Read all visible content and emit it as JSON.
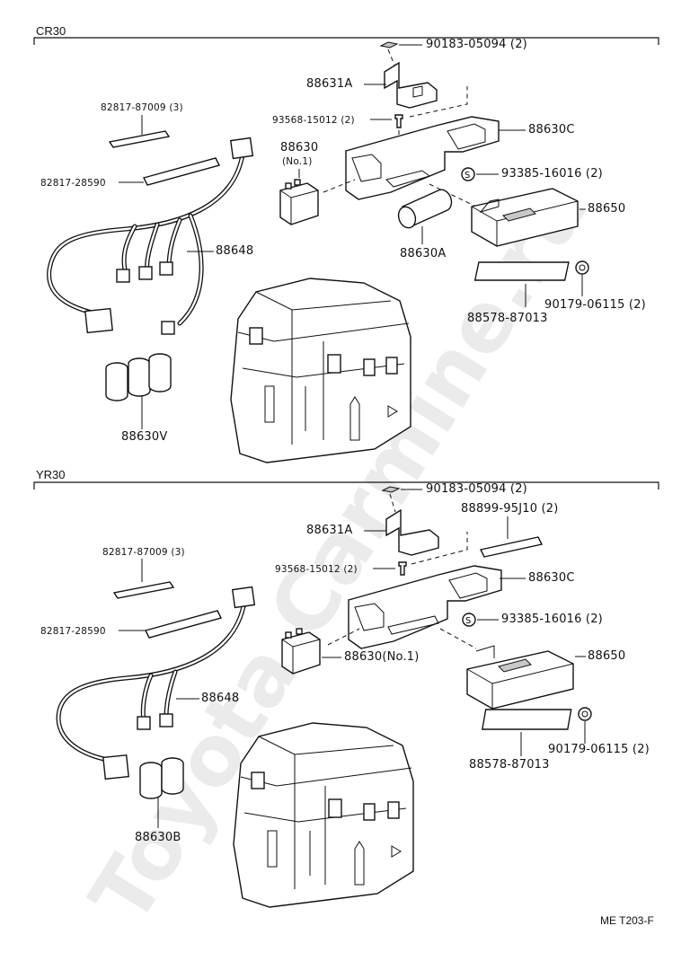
{
  "watermark": "Toyota Carmine.ru",
  "sections": [
    {
      "title": "CR30",
      "labels": {
        "p90183": "90183-05094 (2)",
        "p88631a": "88631A",
        "p93568": "93568-15012 (2)",
        "p88630c": "88630C",
        "p88630": "88630",
        "p88630_no": "(No.1)",
        "p93385": "93385-16016 (2)",
        "p88650": "88650",
        "p82817a": "82817-87009 (3)",
        "p82817b": "82817-28590",
        "p88648": "88648",
        "p88630a": "88630A",
        "p90179": "90179-06115 (2)",
        "p88578": "88578-87013",
        "p88630v": "88630V"
      }
    },
    {
      "title": "YR30",
      "labels": {
        "p90183": "90183-05094 (2)",
        "p88631a": "88631A",
        "p88899": "88899-95J10 (2)",
        "p93568": "93568-15012 (2)",
        "p88630c": "88630C",
        "p82817a": "82817-87009 (3)",
        "p93385": "93385-16016 (2)",
        "p82817b": "82817-28590",
        "p88630": "88630(No.1)",
        "p88650": "88650",
        "p88648": "88648",
        "p90179": "90179-06115 (2)",
        "p88578": "88578-87013",
        "p88630b": "88630B"
      }
    }
  ],
  "footer": "ME  T203-F"
}
